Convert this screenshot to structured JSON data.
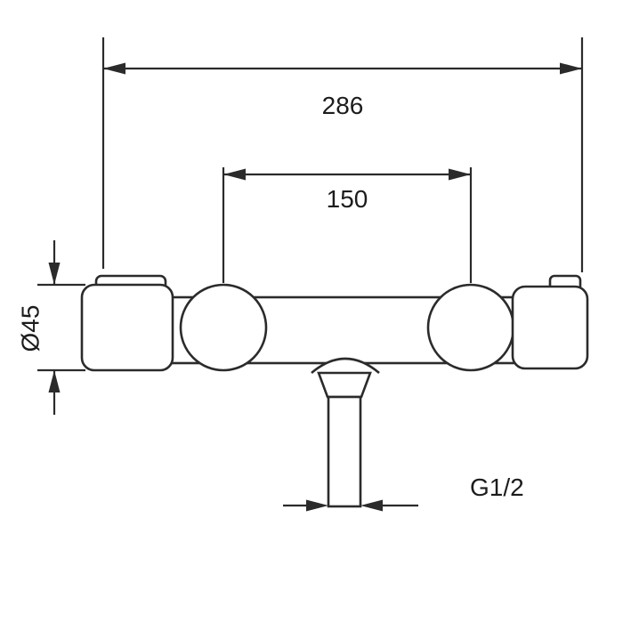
{
  "colors": {
    "background": "#ffffff",
    "line": "#2b2b2b",
    "text": "#1c1c1c"
  },
  "dimensions": {
    "overall_width": "286",
    "mount_center_distance": "150",
    "body_diameter": "Ø45",
    "outlet_thread": "G1/2"
  }
}
